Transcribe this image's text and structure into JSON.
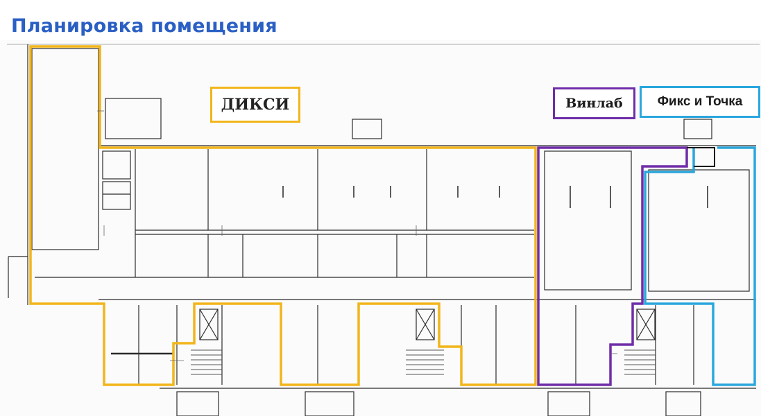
{
  "title": "Планировка помещения",
  "colors": {
    "title": "#2a5fc4",
    "dixy": "#f2b51b",
    "vinlab": "#6f2da8",
    "fix": "#2aa7dd",
    "walls": "#2b2b2b"
  },
  "tenants": {
    "dixy": "ДИКСИ",
    "vinlab": "Винлаб",
    "fix": "Фикс и Точка"
  }
}
